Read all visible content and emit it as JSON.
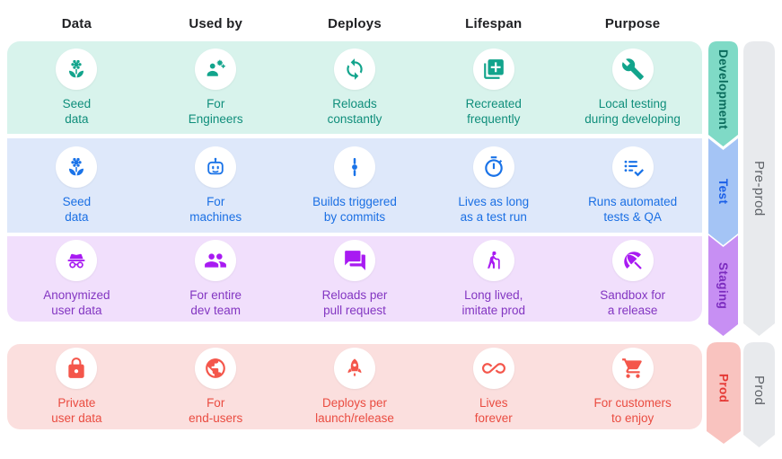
{
  "header": {
    "columns": [
      "Data",
      "Used by",
      "Deploys",
      "Lifespan",
      "Purpose"
    ]
  },
  "rows": [
    {
      "name": "Development",
      "cells": [
        {
          "icon": "seed-icon",
          "label": "Seed\ndata"
        },
        {
          "icon": "engineer-icon",
          "label": "For\nEngineers"
        },
        {
          "icon": "sync-icon",
          "label": "Reloads\nconstantly"
        },
        {
          "icon": "copy-add-icon",
          "label": "Recreated\nfrequently"
        },
        {
          "icon": "wrench-icon",
          "label": "Local testing\nduring developing"
        }
      ]
    },
    {
      "name": "Test",
      "cells": [
        {
          "icon": "seed-icon",
          "label": "Seed\ndata"
        },
        {
          "icon": "robot-icon",
          "label": "For\nmachines"
        },
        {
          "icon": "commit-icon",
          "label": "Builds triggered\nby commits"
        },
        {
          "icon": "timer-icon",
          "label": "Lives as long\nas a test run"
        },
        {
          "icon": "checklist-icon",
          "label": "Runs automated\ntests & QA"
        }
      ]
    },
    {
      "name": "Staging",
      "cells": [
        {
          "icon": "incognito-icon",
          "label": "Anonymized\nuser data"
        },
        {
          "icon": "team-icon",
          "label": "For entire\ndev team"
        },
        {
          "icon": "chat-icon",
          "label": "Reloads per\npull request"
        },
        {
          "icon": "elderly-icon",
          "label": "Long lived,\nimitate prod"
        },
        {
          "icon": "umbrella-icon",
          "label": "Sandbox for\na release"
        }
      ]
    },
    {
      "name": "Prod",
      "cells": [
        {
          "icon": "lock-icon",
          "label": "Private\nuser data"
        },
        {
          "icon": "globe-icon",
          "label": "For\nend-users"
        },
        {
          "icon": "rocket-icon",
          "label": "Deploys per\nlaunch/release"
        },
        {
          "icon": "infinity-icon",
          "label": "Lives\nforever"
        },
        {
          "icon": "cart-icon",
          "label": "For customers\nto enjoy"
        }
      ]
    }
  ],
  "ribbons": {
    "development": "Development",
    "test": "Test",
    "staging": "Staging",
    "prod": "Prod",
    "preprod": "Pre-prod",
    "prod_outer": "Prod"
  },
  "colors": {
    "dev_bg": "#D8F3EC",
    "dev_accent": "#12A48C",
    "dev_text": "#0F8E7B",
    "dev_ribbon": "#7FDAC6",
    "dev_ribbon_text": "#0A6B5C",
    "test_bg": "#DEE8FA",
    "test_accent": "#1A73E8",
    "test_text": "#1A6FE4",
    "test_ribbon": "#A4C4F5",
    "test_ribbon_text": "#1A5FE8",
    "staging_bg": "#F1DFFC",
    "staging_accent": "#A81AF2",
    "staging_text": "#8336C2",
    "staging_ribbon": "#C78FF3",
    "staging_ribbon_text": "#7B2BBF",
    "prod_bg": "#FBDFDE",
    "prod_accent": "#F4564B",
    "prod_text": "#EA4C41",
    "prod_ribbon": "#F9C3BF",
    "prod_ribbon_text": "#E53935",
    "grey_ribbon": "#E8EAED",
    "grey_ribbon_text": "#5F6368",
    "header_text": "#202124"
  }
}
